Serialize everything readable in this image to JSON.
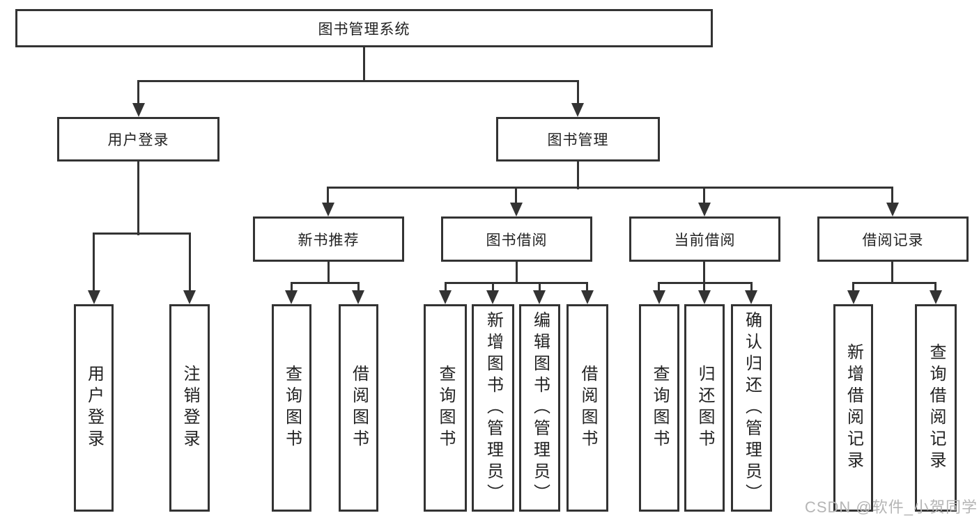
{
  "tree": {
    "root": {
      "label": "图书管理系统"
    },
    "branches": [
      {
        "label": "用户登录",
        "children": [
          {
            "label": "用户登录"
          },
          {
            "label": "注销登录"
          }
        ]
      },
      {
        "label": "图书管理",
        "children": [
          {
            "label": "新书推荐",
            "children": [
              {
                "label": "查询图书"
              },
              {
                "label": "借阅图书"
              }
            ]
          },
          {
            "label": "图书借阅",
            "children": [
              {
                "label": "查询图书"
              },
              {
                "label": "新增图书（管理员）"
              },
              {
                "label": "编辑图书（管理员）"
              },
              {
                "label": "借阅图书"
              }
            ]
          },
          {
            "label": "当前借阅",
            "children": [
              {
                "label": "查询图书"
              },
              {
                "label": "归还图书"
              },
              {
                "label": "确认归还（管理员）"
              }
            ]
          },
          {
            "label": "借阅记录",
            "children": [
              {
                "label": "新增借阅记录"
              },
              {
                "label": "查询借阅记录"
              }
            ]
          }
        ]
      }
    ]
  },
  "watermark": {
    "text": "CSDN @软件_小贺同学"
  },
  "colors": {
    "line": "#333333",
    "text": "#222222",
    "background": "#ffffff",
    "watermark": "#b5b5b5"
  }
}
